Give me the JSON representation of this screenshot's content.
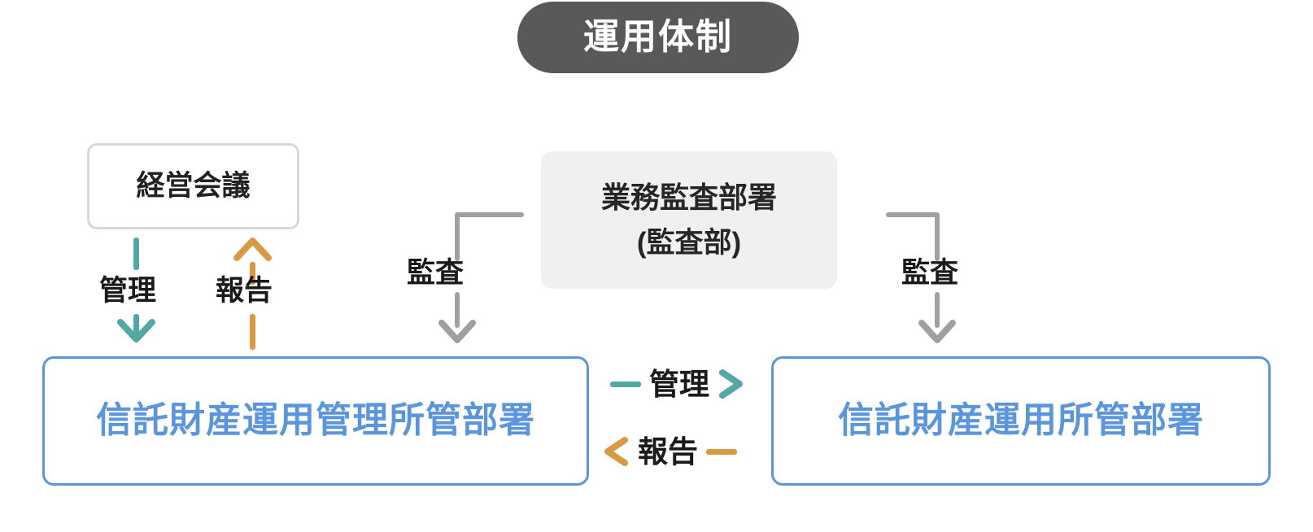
{
  "title": {
    "text": "運用体制",
    "pill_color": "#595959",
    "text_color": "#ffffff"
  },
  "colors": {
    "teal": "#52a8a2",
    "orange": "#d79b45",
    "blue": "#5b95dc",
    "gray_line": "#a0a0a0",
    "gray_border": "#d8d8d8",
    "gray_fill": "#f0f0f0",
    "dark_text": "#1a1a1a"
  },
  "nodes": {
    "executive_meeting": {
      "label": "経営会議"
    },
    "audit_department": {
      "line1": "業務監査部署",
      "line2": "(監査部)"
    },
    "trust_mgmt_dept": {
      "label": "信託財産運用管理所管部署"
    },
    "trust_ops_dept": {
      "label": "信託財産運用所管部署"
    }
  },
  "connectors": {
    "exec_to_mgmt_manage": {
      "label": "管理",
      "color": "#52a8a2",
      "direction": "down"
    },
    "mgmt_to_exec_report": {
      "label": "報告",
      "color": "#d79b45",
      "direction": "up"
    },
    "audit_left": {
      "label": "監査",
      "color": "#a0a0a0",
      "direction": "down"
    },
    "audit_right": {
      "label": "監査",
      "color": "#a0a0a0",
      "direction": "down"
    },
    "mgmt_to_ops_manage": {
      "label": "管理",
      "color": "#52a8a2",
      "direction": "right"
    },
    "ops_to_mgmt_report": {
      "label": "報告",
      "color": "#d79b45",
      "direction": "left"
    }
  }
}
